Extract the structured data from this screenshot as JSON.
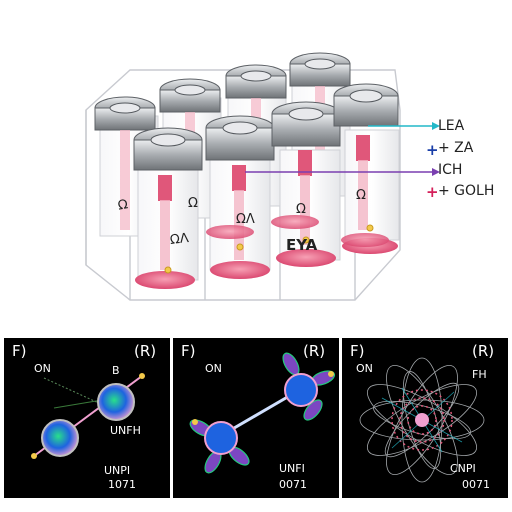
{
  "top_figure": {
    "callouts": [
      {
        "prefix": "",
        "text": "LEA",
        "prefix_color": "#22b8c8"
      },
      {
        "prefix": "+",
        "text": "+ ZA",
        "prefix_color": "#1a3ea8"
      },
      {
        "prefix": "",
        "text": "ICH",
        "prefix_color": "#7a3fb0"
      },
      {
        "prefix": "+",
        "text": "+ GOLH",
        "prefix_color": "#d4205a"
      }
    ],
    "base_label": "EYA",
    "tube_tags": [
      "Ω",
      "ΩΛ",
      "Ω",
      "ΩΛ",
      "Ω",
      "Ω"
    ]
  },
  "panels": [
    {
      "corner_left": "F)",
      "corner_right": "(R)",
      "labels": [
        "ON",
        "B",
        "UNFH",
        "UNPI",
        "1071"
      ]
    },
    {
      "corner_left": "F)",
      "corner_right": "(R)",
      "labels": [
        "ON",
        "UNFI",
        "0071"
      ]
    },
    {
      "corner_left": "F)",
      "corner_right": "(R)",
      "labels": [
        "ON",
        "FH",
        "CNPI",
        "0071"
      ]
    }
  ],
  "colors": {
    "cap_silver": "#a8acb0",
    "liquid_pink": "#e0577a",
    "pointer_cyan": "#22b8c8",
    "pointer_purple": "#7a3fb0",
    "panel_bg": "#000000",
    "node_blue": "#1e63e0",
    "node_green": "#28e08a"
  }
}
